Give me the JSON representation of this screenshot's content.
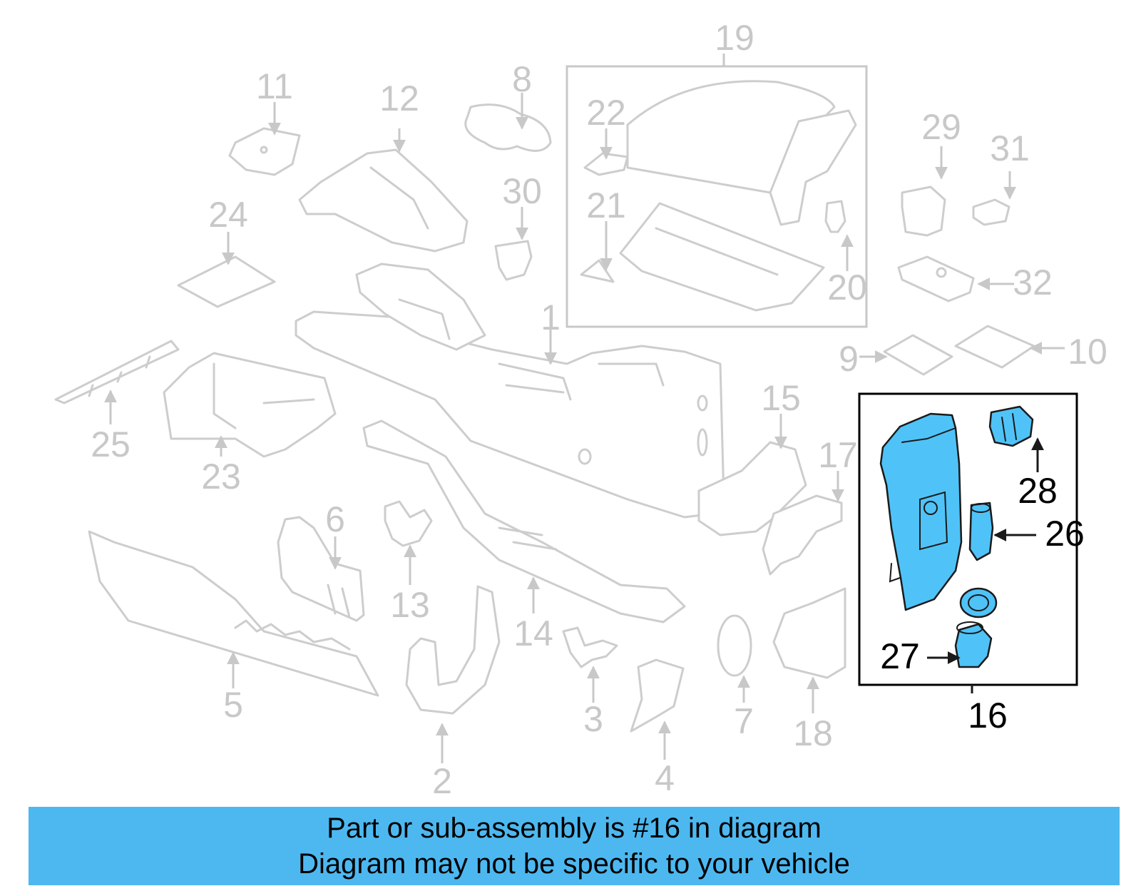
{
  "callouts": [
    "1",
    "2",
    "3",
    "4",
    "5",
    "6",
    "7",
    "8",
    "9",
    "10",
    "11",
    "12",
    "13",
    "14",
    "15",
    "16",
    "17",
    "18",
    "19",
    "20",
    "21",
    "22",
    "23",
    "24",
    "25",
    "26",
    "27",
    "28",
    "29",
    "30",
    "31",
    "32"
  ],
  "highlight": {
    "part": "16",
    "subparts": [
      "26",
      "27",
      "28"
    ],
    "color": "#4fc3f7"
  },
  "banner": {
    "line1": "Part or sub-assembly is #16 in diagram",
    "line2": "Diagram may not be specific to your vehicle",
    "color": "#4db8f0"
  }
}
